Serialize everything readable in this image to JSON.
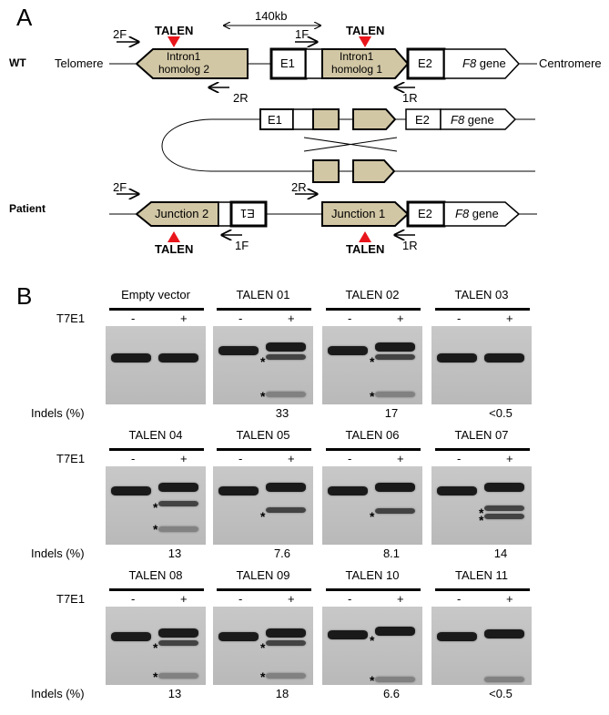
{
  "panel_a": {
    "letter": "A",
    "wt_label": "WT",
    "patient_label": "Patient",
    "telomere": "Telomere",
    "centromere": "Centromere",
    "distance": "140kb",
    "talen": "TALEN",
    "primers": {
      "p2F": "2F",
      "p2R": "2R",
      "p1F": "1F",
      "p1R": "1R"
    },
    "intron_homolog_2": [
      "Intron1",
      "homolog 2"
    ],
    "intron_homolog_1": [
      "Intron1",
      "homolog 1"
    ],
    "exon1": "E1",
    "exon2": "E2",
    "exon1_flipped": "E1",
    "f8_gene": "F8",
    "gene_word": "gene",
    "junction_2": "Junction 2",
    "junction_1": "Junction 1"
  },
  "panel_b": {
    "letter": "B",
    "t7e1_label": "T7E1",
    "indels_label": "Indels (%)",
    "minus": "-",
    "plus": "+",
    "gels": [
      {
        "title": "Empty vector",
        "indel": ""
      },
      {
        "title": "TALEN 01",
        "indel": "33"
      },
      {
        "title": "TALEN 02",
        "indel": "17"
      },
      {
        "title": "TALEN 03",
        "indel": "<0.5"
      },
      {
        "title": "TALEN 04",
        "indel": "13"
      },
      {
        "title": "TALEN 05",
        "indel": "7.6"
      },
      {
        "title": "TALEN 06",
        "indel": "8.1"
      },
      {
        "title": "TALEN 07",
        "indel": "14"
      },
      {
        "title": "TALEN 08",
        "indel": "13"
      },
      {
        "title": "TALEN 09",
        "indel": "18"
      },
      {
        "title": "TALEN 10",
        "indel": "6.6"
      },
      {
        "title": "TALEN 11",
        "indel": "<0.5"
      }
    ]
  },
  "colors": {
    "intron_fill": "#d2c7a5",
    "talen_marker": "#e8151b",
    "gel_bg": "#c0c0c0"
  }
}
